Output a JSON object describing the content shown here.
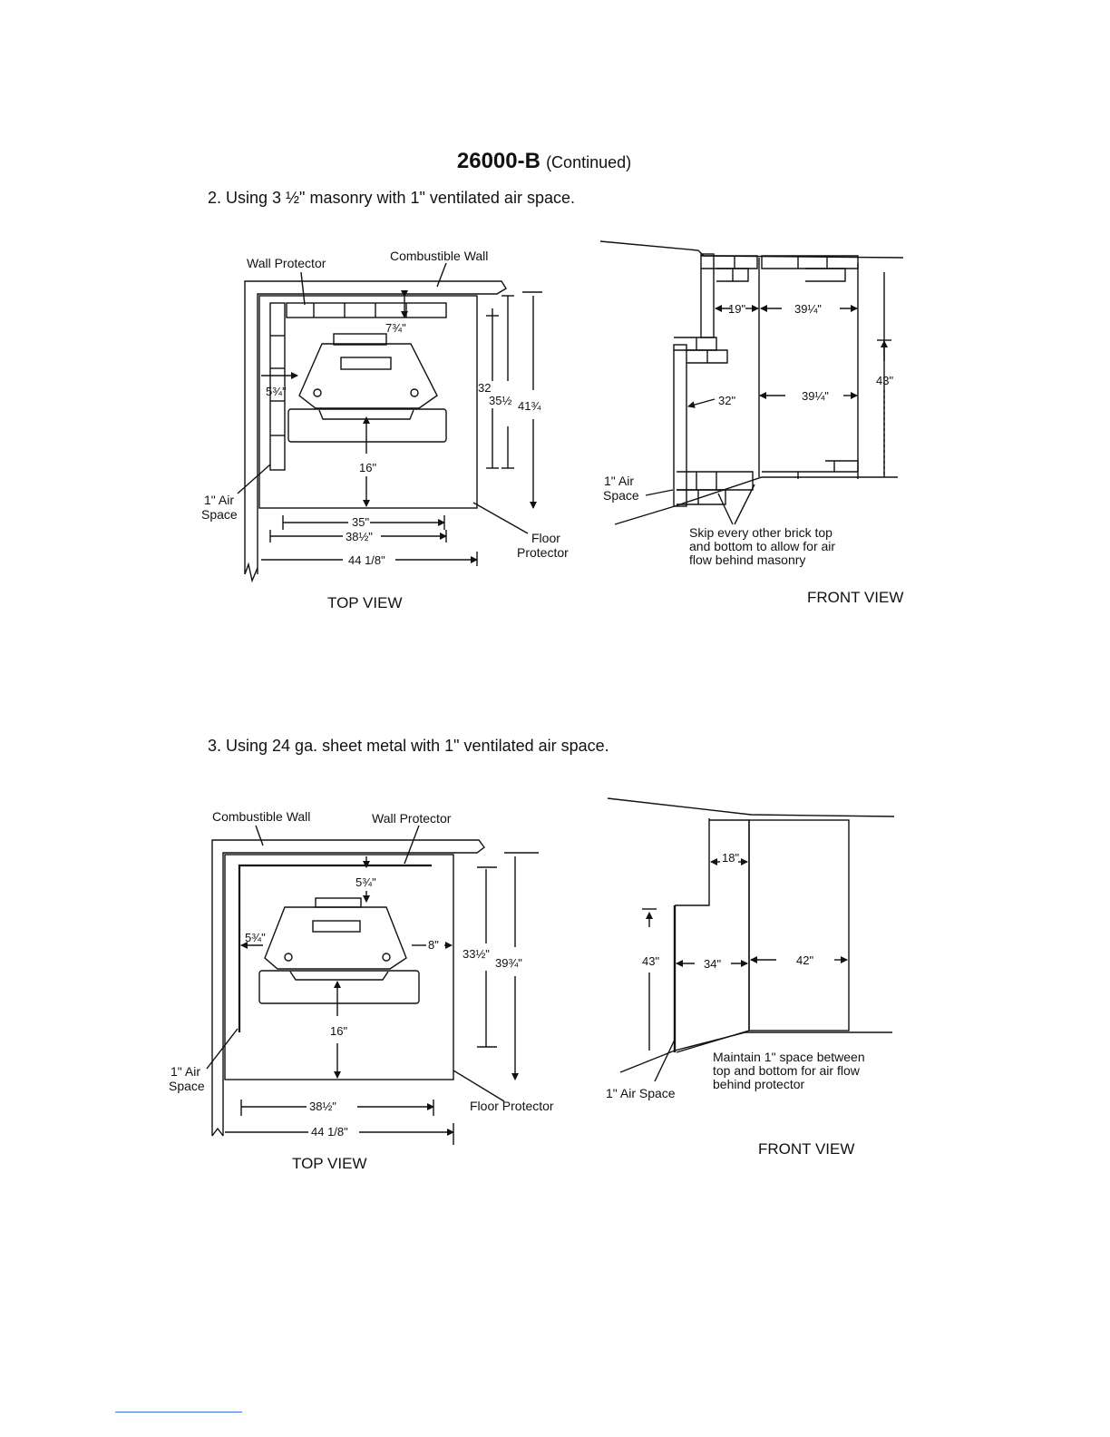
{
  "header": {
    "code": "26000-B",
    "continued": "(Continued)"
  },
  "section2": {
    "heading": "2. Using 3 ½\" masonry with 1\" ventilated air space.",
    "top_view": {
      "wall_protector": "Wall Protector",
      "combustible_wall": "Combustible Wall",
      "air_space_1": "1\" Air",
      "air_space_2": "Space",
      "floor_protector_1": "Floor",
      "floor_protector_2": "Protector",
      "dim_back": "7¾\"",
      "dim_side": "5¾\"",
      "dim_front": "16\"",
      "dim_32": "32",
      "dim_35h": "35½",
      "dim_41": "41¾",
      "dim_35w": "35\"",
      "dim_38": "38½\"",
      "dim_44": "44 1/8\"",
      "caption": "TOP VIEW"
    },
    "front_view": {
      "dim_19": "19\"",
      "dim_39a": "39¼\"",
      "dim_32": "32\"",
      "dim_39b": "39¼\"",
      "dim_43": "43\"",
      "air_space_1": "1\" Air",
      "air_space_2": "Space",
      "note_1": "Skip every other brick top",
      "note_2": "and bottom to allow for air",
      "note_3": "flow behind masonry",
      "caption": "FRONT VIEW"
    }
  },
  "section3": {
    "heading": "3. Using 24 ga. sheet metal with 1\" ventilated air space.",
    "top_view": {
      "combustible_wall": "Combustible Wall",
      "wall_protector": "Wall Protector",
      "dim_back": "5¾\"",
      "dim_side": "5¾\"",
      "dim_right": "8\"",
      "dim_33": "33½\"",
      "dim_39": "39¾\"",
      "dim_front": "16\"",
      "air_space_1": "1\" Air",
      "air_space_2": "Space",
      "floor_protector": "Floor Protector",
      "dim_38": "38½\"",
      "dim_44": "44 1/8\"",
      "caption": "TOP VIEW"
    },
    "front_view": {
      "dim_18": "18\"",
      "dim_43": "43\"",
      "dim_34": "34\"",
      "dim_42": "42\"",
      "note_1": "Maintain 1\" space between",
      "note_2": "top and bottom for air flow",
      "note_3": "behind protector",
      "air_space": "1\" Air Space",
      "caption": "FRONT VIEW"
    }
  }
}
